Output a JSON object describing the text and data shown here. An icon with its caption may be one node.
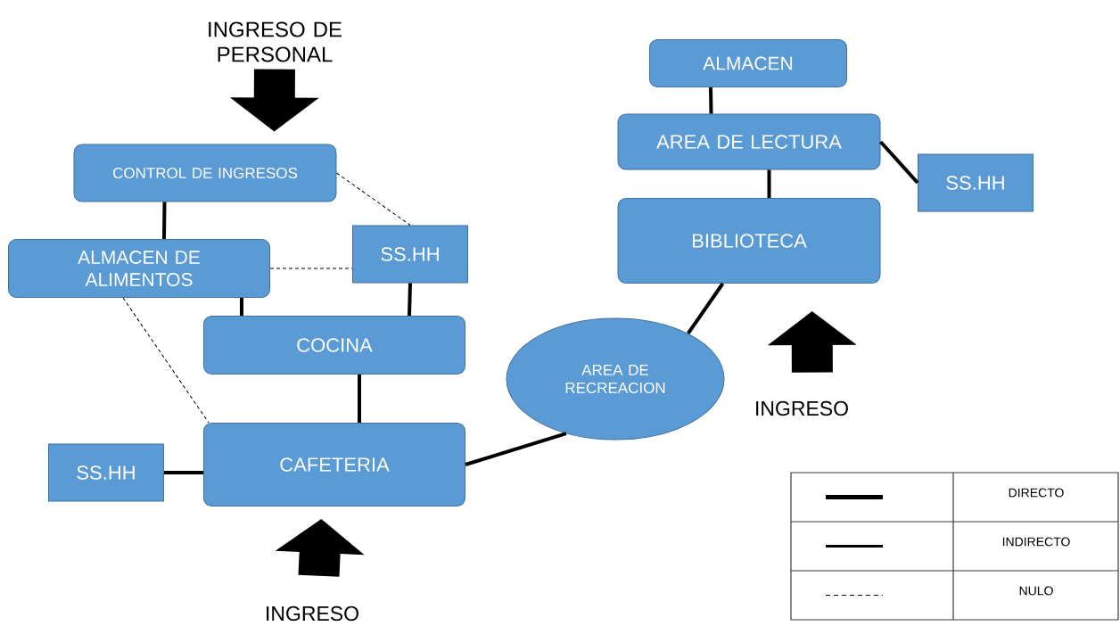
{
  "diagram": {
    "nodes": [
      {
        "text": [
          "INGRESO DE PERSONAL"
        ]
      },
      {
        "text": [
          "CONTROL DE INGRESOS"
        ]
      },
      {
        "text": [
          "ALMACEN DE ALIMENTOS"
        ]
      },
      {
        "text": [
          "SS.HH"
        ]
      },
      {
        "text": [
          "COCINA"
        ]
      },
      {
        "text": [
          "SS.HH"
        ]
      },
      {
        "text": [
          "CAFETERIA"
        ]
      },
      {
        "text": [
          "INGRESO"
        ]
      },
      {
        "text": [
          "AREA DE RECREACION"
        ]
      },
      {
        "text": [
          "ALMACEN"
        ]
      },
      {
        "text": [
          "AREA DE LECTURA"
        ]
      },
      {
        "text": [
          "SS.HH"
        ]
      },
      {
        "text": [
          "BIBLIOTECA"
        ]
      },
      {
        "text": [
          "INGRESO"
        ]
      }
    ],
    "edges": [
      {
        "from": 0,
        "to": 1,
        "arrow": "to",
        "style": "thick"
      },
      {
        "from": 1,
        "to": 2,
        "arrow": "none"
      },
      {
        "from": 1,
        "to": 3,
        "arrow": "none",
        "style": "dashed"
      },
      {
        "from": 2,
        "to": 3,
        "arrow": "none",
        "style": "dashed"
      },
      {
        "from": 2,
        "to": 4,
        "arrow": "none"
      },
      {
        "from": 3,
        "to": 4,
        "arrow": "none"
      },
      {
        "from": 2,
        "to": 6,
        "arrow": "none",
        "style": "dashed"
      },
      {
        "from": 4,
        "to": 6,
        "arrow": "none"
      },
      {
        "from": 5,
        "to": 6,
        "arrow": "none"
      },
      {
        "from": 7,
        "to": 6,
        "arrow": "to",
        "style": "thick"
      },
      {
        "from": 6,
        "to": 8,
        "arrow": "none"
      },
      {
        "from": 8,
        "to": 12,
        "arrow": "none"
      },
      {
        "from": 9,
        "to": 10,
        "arrow": "none"
      },
      {
        "from": 10,
        "to": 11,
        "arrow": "none"
      },
      {
        "from": 10,
        "to": 12,
        "arrow": "none"
      },
      {
        "from": 13,
        "to": 12,
        "arrow": "to",
        "style": "thick"
      }
    ],
    "legend": [
      {
        "text": "DIRECTO"
      },
      {
        "text": "INDIRECTO"
      },
      {
        "text": "NULO"
      }
    ]
  }
}
